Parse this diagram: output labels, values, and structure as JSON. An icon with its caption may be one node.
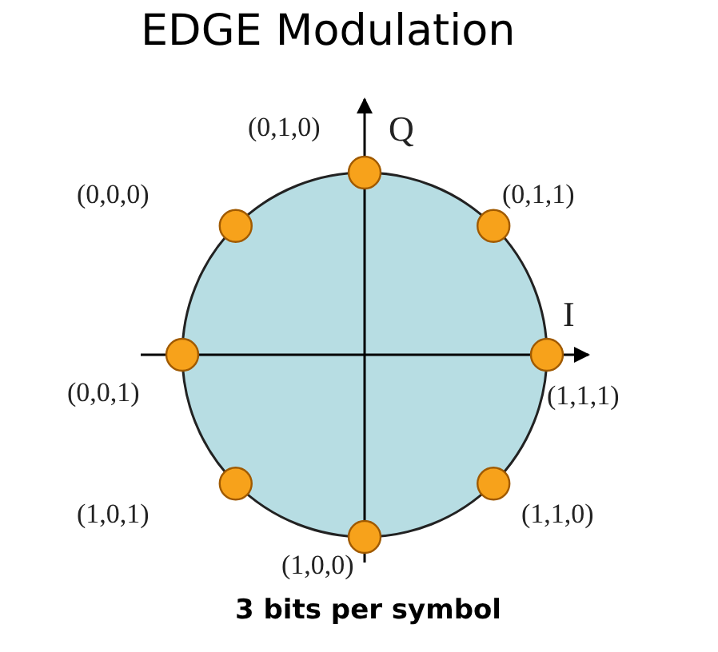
{
  "diagram": {
    "title": "EDGE Modulation",
    "caption": "3 bits per symbol",
    "labels": [
      "(0,1,0)",
      "Q",
      "(0,0,0)",
      "(0,1,1)",
      "I",
      "(0,0,1)",
      "(1,1,1)",
      "(1,0,1)",
      "(1,1,0)",
      "(1,0,0)"
    ]
  }
}
